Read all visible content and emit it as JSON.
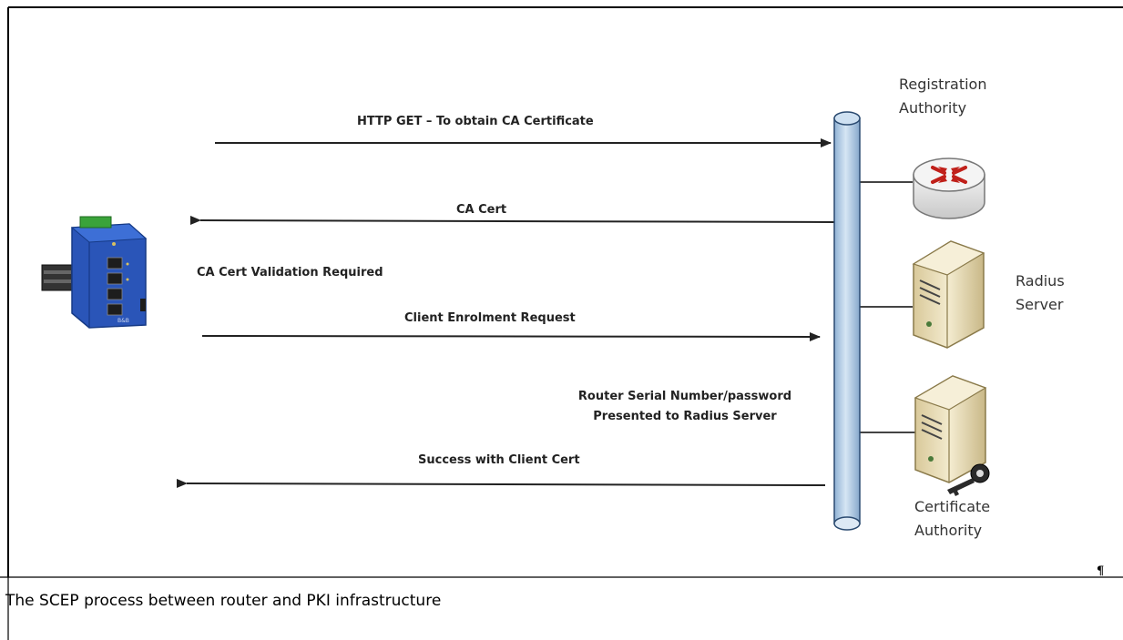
{
  "messages": {
    "http_get": "HTTP GET – To obtain CA Certificate",
    "ca_cert": "CA Cert",
    "ca_cert_validation": "CA Cert Validation Required",
    "client_enrolment": "Client Enrolment Request",
    "router_serial_line1": "Router Serial Number/password",
    "router_serial_line2": "Presented to Radius Server",
    "success": "Success with Client Cert"
  },
  "nodes": {
    "registration_authority_line1": "Registration",
    "registration_authority_line2": "Authority",
    "radius_server_line1": "Radius",
    "radius_server_line2": "Server",
    "certificate_authority_line1": "Certificate",
    "certificate_authority_line2": "Authority"
  },
  "caption": "The SCEP process between router and PKI infrastructure",
  "pilcrow": "¶",
  "colors": {
    "device_blue": "#2a55b8",
    "bus_blue": "#b3cde6",
    "router_red": "#c0201a",
    "server_beige": "#e8dcb8"
  }
}
